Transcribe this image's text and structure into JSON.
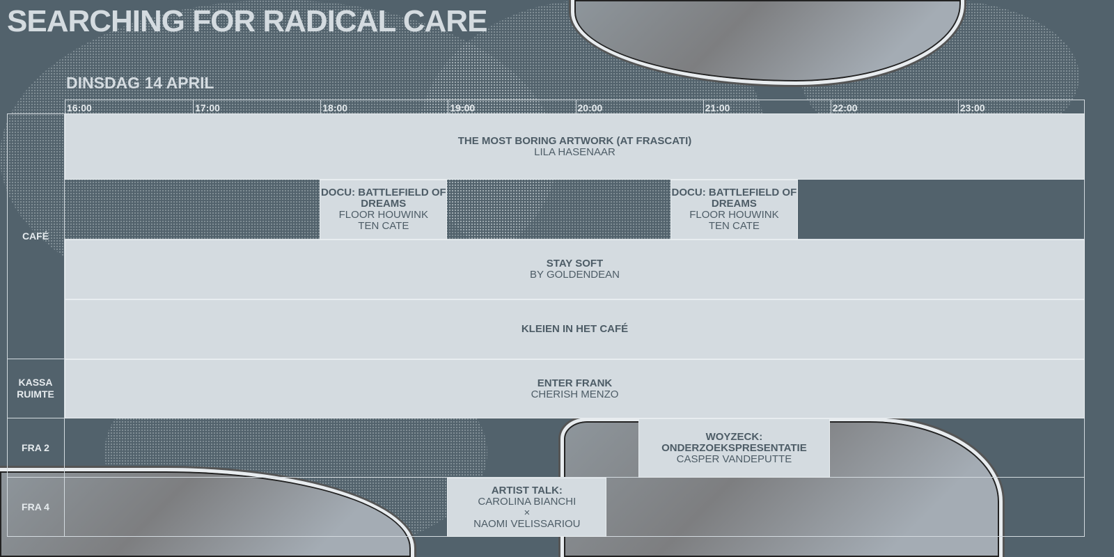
{
  "title": "SEARCHING FOR RADICAL CARE",
  "date": "DINSDAG 14 APRIL",
  "hours": [
    "16:00",
    "17:00",
    "18:00",
    "19:00",
    "20:00",
    "21:00",
    "22:00",
    "23:00"
  ],
  "venues": [
    {
      "name": "CAFÉ",
      "rows": [
        0,
        4
      ]
    },
    {
      "name": "KASSA RUIMTE",
      "rows": [
        4,
        5
      ]
    },
    {
      "name": "FRA 2",
      "rows": [
        5,
        6
      ]
    },
    {
      "name": "FRA 4",
      "rows": [
        6,
        7
      ]
    }
  ],
  "events": [
    {
      "row": 0,
      "start": 16,
      "end": 24,
      "title": "THE MOST BORING ARTWORK (AT FRASCATI)",
      "sub": [
        "LILA HASENAAR"
      ]
    },
    {
      "row": 1,
      "start": 18,
      "end": 19,
      "title": "DOCU: BATTLEFIELD OF DREAMS",
      "sub": [
        "FLOOR HOUWINK",
        "TEN CATE"
      ]
    },
    {
      "row": 1,
      "start": 20.75,
      "end": 21.75,
      "title": "DOCU: BATTLEFIELD OF DREAMS",
      "sub": [
        "FLOOR HOUWINK",
        "TEN CATE"
      ]
    },
    {
      "row": 2,
      "start": 16,
      "end": 24,
      "title": "STAY SOFT",
      "sub": [
        "BY GOLDENDEAN"
      ]
    },
    {
      "row": 3,
      "start": 16,
      "end": 24,
      "title": "KLEIEN IN HET CAFÉ",
      "sub": []
    },
    {
      "row": 4,
      "start": 16,
      "end": 24,
      "title": "ENTER FRANK",
      "sub": [
        "CHERISH MENZO"
      ]
    },
    {
      "row": 5,
      "start": 20.5,
      "end": 22,
      "title": "WOYZECK: ONDERZOEKSPRESENTATIE",
      "sub": [
        "CASPER VANDEPUTTE"
      ]
    },
    {
      "row": 6,
      "start": 19,
      "end": 20.25,
      "title": "ARTIST TALK:",
      "sub": [
        "CAROLINA BIANCHI",
        "×",
        "NAOMI VELISSARIOU"
      ]
    }
  ]
}
